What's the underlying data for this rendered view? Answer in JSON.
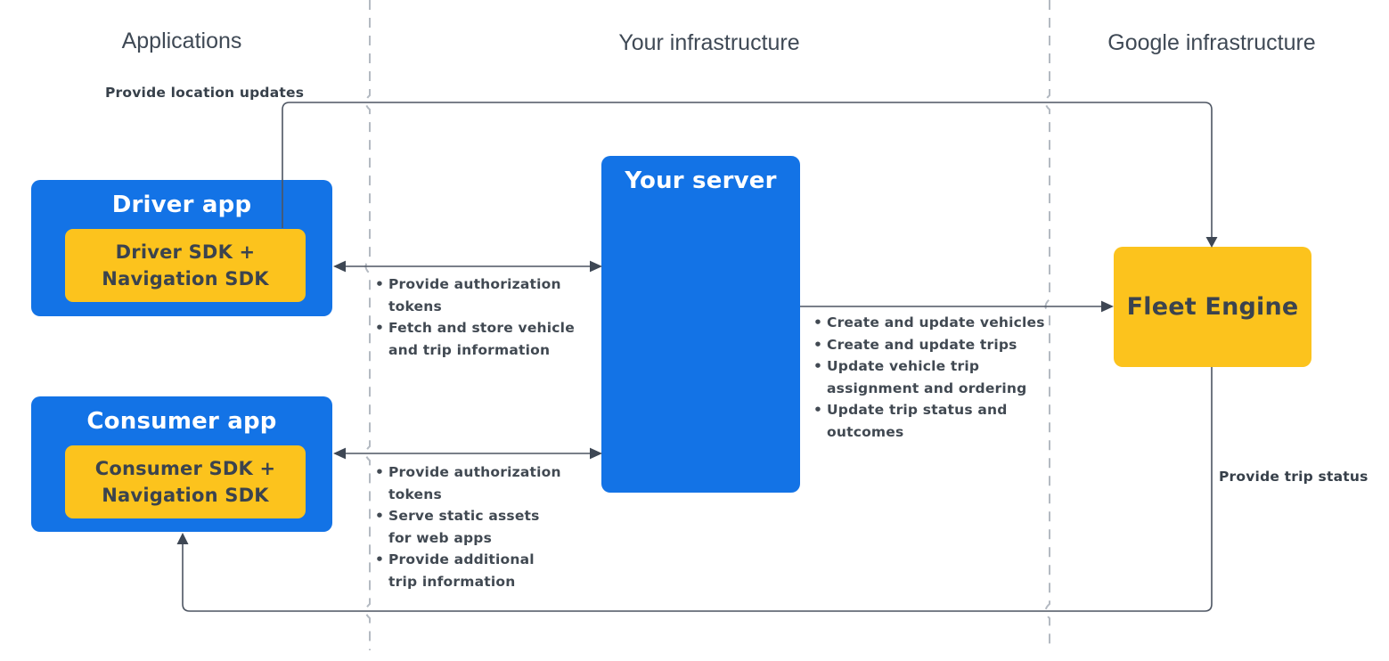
{
  "diagram": {
    "title_labels": {
      "applications": "Applications",
      "your_infrastructure": "Your infrastructure",
      "google_infrastructure": "Google infrastructure"
    },
    "nodes": {
      "driver_app": {
        "title": "Driver app",
        "sdk_label": "Driver SDK +\nNavigation SDK"
      },
      "consumer_app": {
        "title": "Consumer app",
        "sdk_label": "Consumer SDK +\nNavigation SDK"
      },
      "your_server": {
        "title": "Your server"
      },
      "fleet_engine": {
        "title": "Fleet Engine"
      }
    },
    "edge_labels": {
      "provide_location_updates": "Provide location updates",
      "provide_trip_status": "Provide trip status"
    },
    "bullet_lists": {
      "driver_server": {
        "items": [
          "Provide authorization\ntokens",
          "Fetch and store vehicle\nand trip information"
        ]
      },
      "consumer_server": {
        "items": [
          "Provide authorization\ntokens",
          "Serve static assets\nfor web apps",
          "Provide additional\ntrip information"
        ]
      },
      "server_fleet": {
        "items": [
          "Create and update vehicles",
          "Create and update trips",
          "Update vehicle trip\nassignment and ordering",
          "Update trip status and\noutcomes"
        ]
      }
    },
    "glyphs": {
      "bullet": "•"
    },
    "colors": {
      "node_blue": "#1373E6",
      "node_yellow": "#FCC31D",
      "wire": "#4D5562",
      "arrowhead": "#3E4754",
      "divider_dash": "#B4BAC2",
      "heading_text": "#3F4955",
      "dark_text": "#3B434E",
      "white_text": "#FFFFFF"
    }
  }
}
